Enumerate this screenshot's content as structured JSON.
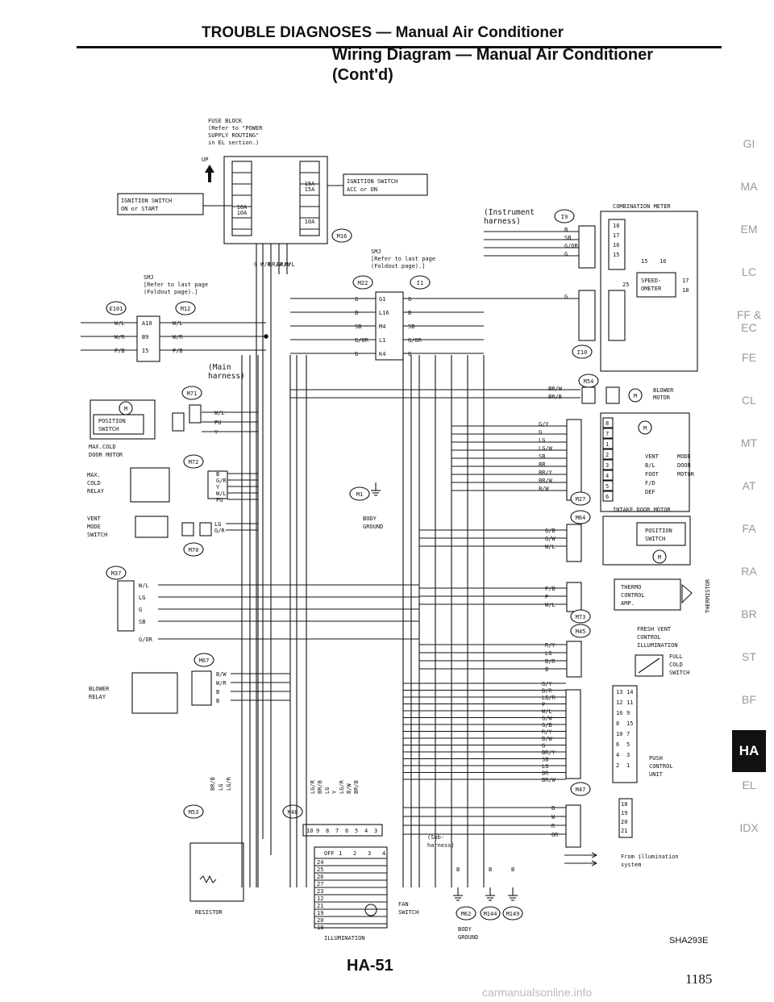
{
  "header": {
    "title": "TROUBLE DIAGNOSES — Manual Air Conditioner",
    "diagram_title": "Wiring Diagram — Manual Air Conditioner",
    "diagram_subtitle": "(Cont'd)"
  },
  "diagram": {
    "fuse_block": [
      "FUSE BLOCK",
      "(Refer to \"POWER",
      "SUPPLY ROUTING\"",
      "in EL section.)"
    ],
    "up": "UP",
    "ign_start": [
      "IGNITION SWITCH",
      "ON or START"
    ],
    "ign_acc": [
      "IGNITION SWITCH",
      "ACC or ON"
    ],
    "fuses": [
      "10A",
      "10A",
      "15A",
      "15A",
      "10A"
    ],
    "smj_left": [
      "SMJ",
      "[Refer to last page",
      "(Foldout page).]"
    ],
    "smj_mid": [
      "SMJ",
      "[Refer to last page",
      "(Foldout page).]"
    ],
    "instrument_harness": [
      "(Instrument",
      "harness)"
    ],
    "main_harness": [
      "(Main",
      "harness)"
    ],
    "combination_meter": "COMBINATION METER",
    "speedometer": [
      "SPEED-",
      "OMETER"
    ],
    "meter_pins": [
      "25",
      "15",
      "16",
      "17",
      "18"
    ],
    "blower_motor": [
      "BLOWER",
      "MOTOR"
    ],
    "mode_door_motor": [
      "MODE",
      "DOOR",
      "MOTOR"
    ],
    "mode_positions": [
      "VENT",
      "B/L",
      "FOOT",
      "F/D",
      "DEF"
    ],
    "intake_door_motor": "INTAKE DOOR MOTOR",
    "position_switch": [
      "POSITION",
      "SWITCH"
    ],
    "max_cold_door_motor": [
      "MAX.COLD",
      "DOOR MOTOR"
    ],
    "max_cold_relay": [
      "MAX.",
      "COLD",
      "RELAY"
    ],
    "vent_mode_switch": [
      "VENT",
      "MODE",
      "SWITCH"
    ],
    "blower_relay": [
      "BLOWER",
      "RELAY"
    ],
    "thermo_control": [
      "THERMO",
      "CONTROL",
      "AMP."
    ],
    "thermistor": "THERMISTOR",
    "fresh_vent": [
      "FRESH VENT",
      "CONTROL",
      "ILLUMINATION"
    ],
    "full_cold": [
      "FULL",
      "COLD",
      "SWITCH"
    ],
    "push_control": [
      "PUSH",
      "CONTROL",
      "UNIT"
    ],
    "resistor": "RESISTOR",
    "fan_switch": [
      "FAN",
      "SWITCH"
    ],
    "fan_positions": [
      "OFF",
      "1",
      "2",
      "3",
      "4"
    ],
    "illumination": "ILLUMINATION",
    "body_ground": [
      "BODY",
      "GROUND"
    ],
    "sub_harness": [
      "(Sub-",
      "harness)"
    ],
    "from_illumination": [
      "From illumination",
      "system"
    ],
    "connectors": [
      "E101",
      "M12",
      "M16",
      "M22",
      "I1",
      "I9",
      "I10",
      "M54",
      "M71",
      "M72",
      "M70",
      "M1",
      "M27",
      "M64",
      "M37",
      "M67",
      "M73",
      "M45",
      "M47",
      "M53",
      "M48",
      "M62",
      "M144",
      "M149"
    ],
    "smj_rows": [
      {
        "l": "W/L",
        "a": "A10",
        "r": "W/L"
      },
      {
        "l": "W/R",
        "a": "B9",
        "r": "W/R"
      },
      {
        "l": "P/B",
        "a": "I5",
        "r": "P/B"
      }
    ],
    "smj_mid_rows": [
      {
        "l": "G",
        "a": "G1",
        "r": "G"
      },
      {
        "l": "B",
        "a": "L16",
        "r": "B"
      },
      {
        "l": "SB",
        "a": "M4",
        "r": "SB"
      },
      {
        "l": "G/OR",
        "a": "L1",
        "r": "G/OR"
      },
      {
        "l": "G",
        "a": "K4",
        "r": "G"
      }
    ],
    "wire_colors": {
      "fuse_drop": [
        "G",
        "W/R",
        "BR/W",
        "BR/W",
        "W/L"
      ],
      "meter": [
        "B",
        "SB",
        "G/OR",
        "G",
        "G"
      ],
      "blower": [
        "BR/W",
        "BR/B"
      ],
      "mode": [
        "G/Y",
        "G",
        "LG",
        "LG/W",
        "SB",
        "BR",
        "BR/Y",
        "BR/W",
        "B/W"
      ],
      "intake": [
        "G/B",
        "G/W",
        "W/L"
      ],
      "thermo": [
        "P/B",
        "P",
        "W/L"
      ],
      "fresh": [
        "R/Y",
        "LG",
        "B/R",
        "B"
      ],
      "push": [
        "G/Y",
        "B/R",
        "LG/R",
        "P",
        "W/L",
        "G/W",
        "G/B",
        "R/Y",
        "B/W",
        "G",
        "BR/Y",
        "SB",
        "LG",
        "BR",
        "BR/W"
      ],
      "m47": [
        "B",
        "W",
        "R",
        "OR"
      ],
      "posswitch": [
        "W/L",
        "PU",
        "Y"
      ],
      "m72": [
        "B",
        "G/R",
        "Y",
        "W/L",
        "PU"
      ],
      "m70": [
        "LG",
        "G/R"
      ],
      "m37": [
        "W/L",
        "LG",
        "G",
        "SB",
        "G/OR"
      ],
      "m67": [
        "B/W",
        "W/R",
        "B",
        "B"
      ],
      "m53": [
        "BR/B",
        "LG",
        "LG/R"
      ],
      "m48": [
        "LG/R",
        "BR/B",
        "LG",
        "Y",
        "LG/R",
        "B/W",
        "BR/B"
      ]
    },
    "ground_colors": [
      "B",
      "B",
      "B",
      "B",
      "B"
    ],
    "push_pins": [
      "13",
      "14",
      "12",
      "11",
      "16",
      "9",
      "8",
      "15",
      "10",
      "7",
      "6",
      "5",
      "4",
      "3",
      "2",
      "1"
    ],
    "m47_pins": [
      "18",
      "19",
      "20",
      "21"
    ],
    "fan_rows": [
      "24",
      "25",
      "26",
      "27",
      "23",
      "12",
      "21",
      "19",
      "20",
      "18"
    ],
    "mode_pins": [
      "8",
      "7",
      "1",
      "2",
      "3",
      "4",
      "5",
      "6"
    ],
    "m48_pins": [
      "10",
      "9",
      "8",
      "7",
      "6",
      "5",
      "4",
      "3"
    ]
  },
  "side_tabs": [
    "GI",
    "MA",
    "EM",
    "LC",
    "FF &\nEC",
    "FE",
    "CL",
    "MT",
    "AT",
    "FA",
    "RA",
    "BR",
    "ST",
    "BF",
    "HA",
    "EL",
    "IDX"
  ],
  "active_tab": "HA",
  "footer": {
    "diagram_code": "SHA293E",
    "page": "HA-51",
    "sheet": "1185",
    "url": "carmanualsonline.info"
  }
}
